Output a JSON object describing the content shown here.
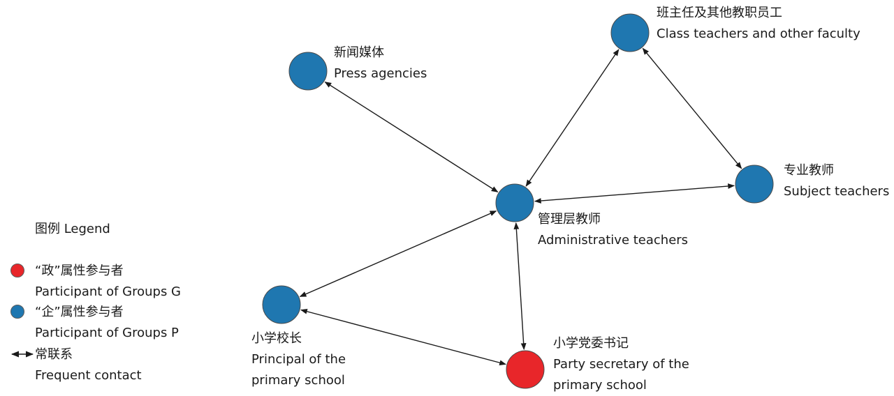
{
  "colors": {
    "group_g": "#e8262a",
    "group_p": "#1f77b0",
    "edge": "#1a1a1a",
    "node_stroke": "#4a4a4a"
  },
  "nodes": [
    {
      "id": "press",
      "label_zh": "新闻媒体",
      "label_en": [
        "Press agencies"
      ],
      "group": "P"
    },
    {
      "id": "class",
      "label_zh": "班主任及其他教职员工",
      "label_en": [
        "Class teachers and other faculty"
      ],
      "group": "P"
    },
    {
      "id": "subject",
      "label_zh": "专业教师",
      "label_en": [
        "Subject teachers"
      ],
      "group": "P"
    },
    {
      "id": "admin",
      "label_zh": "管理层教师",
      "label_en": [
        "Administrative teachers"
      ],
      "group": "P"
    },
    {
      "id": "principal",
      "label_zh": "小学校长",
      "label_en": [
        "Principal of the",
        "primary school"
      ],
      "group": "P"
    },
    {
      "id": "party",
      "label_zh": "小学党委书记",
      "label_en": [
        "Party secretary of the",
        "primary school"
      ],
      "group": "G"
    }
  ],
  "edges": [
    {
      "from": "admin",
      "to": "press",
      "type": "frequent"
    },
    {
      "from": "admin",
      "to": "class",
      "type": "frequent"
    },
    {
      "from": "class",
      "to": "subject",
      "type": "frequent"
    },
    {
      "from": "admin",
      "to": "subject",
      "type": "frequent"
    },
    {
      "from": "admin",
      "to": "principal",
      "type": "frequent"
    },
    {
      "from": "admin",
      "to": "party",
      "type": "frequent"
    },
    {
      "from": "principal",
      "to": "party",
      "type": "frequent"
    }
  ],
  "legend": {
    "title": "图例 Legend",
    "items": [
      {
        "kind": "circle",
        "group": "G",
        "label_zh": "“政”属性参与者",
        "label_en": "Participant of Groups G"
      },
      {
        "kind": "circle",
        "group": "P",
        "label_zh": "“企”属性参与者",
        "label_en": "Participant of Groups P"
      },
      {
        "kind": "arrow",
        "label_zh": "常联系",
        "label_en": "Frequent contact"
      }
    ]
  }
}
